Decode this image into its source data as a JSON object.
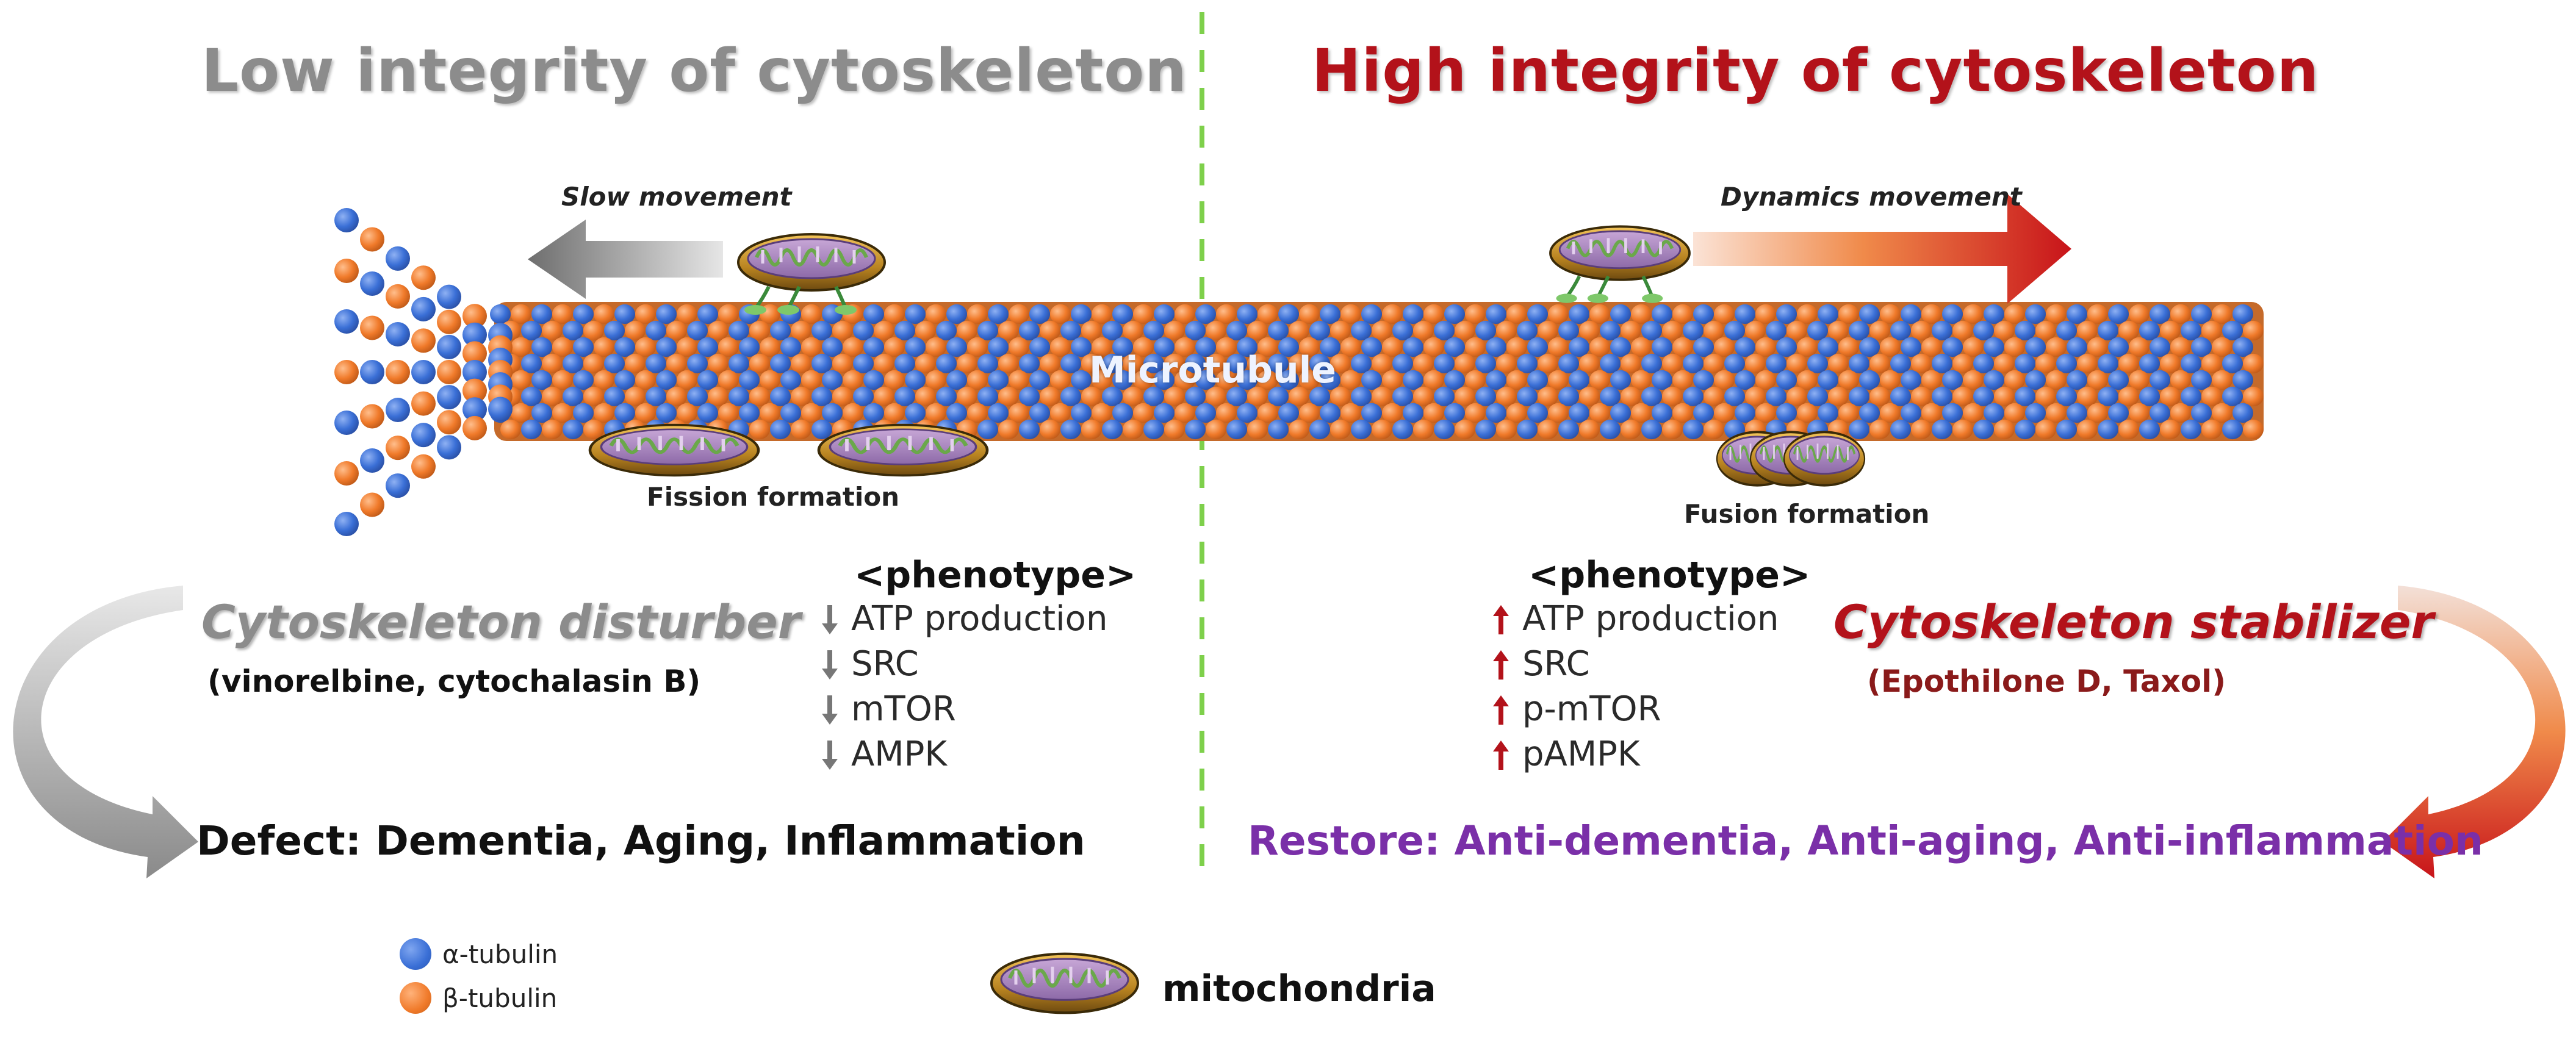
{
  "titles": {
    "left": "Low integrity of cytoskeleton",
    "right": "High integrity of cytoskeleton"
  },
  "movement": {
    "left": "Slow movement",
    "right": "Dynamics movement"
  },
  "microtubule_label": "Microtubule",
  "formation": {
    "left": "Fission formation",
    "right": "Fusion formation"
  },
  "phenotype": {
    "left_header": "<phenotype>",
    "right_header": "<phenotype>",
    "left_items": [
      {
        "direction": "down",
        "label": "ATP production"
      },
      {
        "direction": "down",
        "label": "SRC"
      },
      {
        "direction": "down",
        "label": "mTOR"
      },
      {
        "direction": "down",
        "label": "AMPK"
      }
    ],
    "right_items": [
      {
        "direction": "up",
        "label": "ATP production"
      },
      {
        "direction": "up",
        "label": "SRC"
      },
      {
        "direction": "up",
        "label": "p-mTOR"
      },
      {
        "direction": "up",
        "label": "pAMPK"
      }
    ]
  },
  "agents": {
    "left": "Cytoskeleton disturber",
    "left_drugs": "(vinorelbine, cytochalasin B)",
    "right": "Cytoskeleton stabilizer",
    "right_drugs": "(Epothilone D, Taxol)"
  },
  "outcomes": {
    "left": "Defect: Dementia, Aging, Inflammation",
    "right": "Restore: Anti-dementia, Anti-aging, Anti-inflammation"
  },
  "legend": {
    "alpha": "α-tubulin",
    "beta": "β-tubulin",
    "mitochondria": "mitochondria"
  },
  "colors": {
    "alpha_tubulin": "#3a6fd6",
    "beta_tubulin": "#f07a2a",
    "left_title": "#8c8c8c",
    "right_title": "#b3121a",
    "divider": "#7ed04b",
    "down_arrow": "#777777",
    "up_arrow": "#b3121a",
    "restore_text": "#7a2fa8"
  }
}
